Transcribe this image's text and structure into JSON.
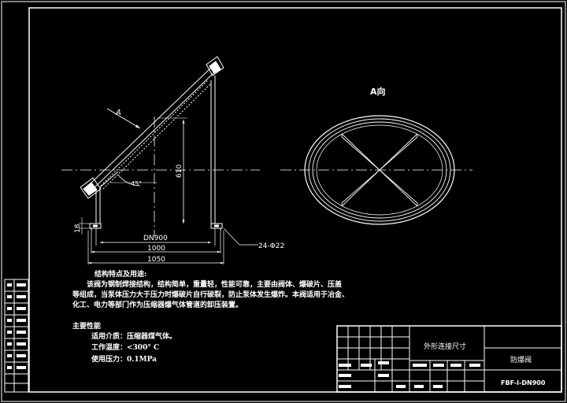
{
  "drawing": {
    "view_label": "A向",
    "arrow_label": "A",
    "angle_label": "45°",
    "dim_height": "610",
    "dim_flange_thk": "18",
    "dim_dn": "DN900",
    "dim_inner": "1000",
    "dim_outer": "1050",
    "bolt_label": "24-Φ22"
  },
  "notes": {
    "title": "结构特点及用途:",
    "lines": [
      "该阀为钢制焊接结构，结构简单，重量轻，性能可靠，主要由阀体、爆破片、压盖",
      "等组成，当泵体压力大于压力时爆破片自行破裂，防止泵体发生爆炸。本阀适用于冶金、",
      "化工、电力等部门作为压缩器爆气体管道的卸压装置。"
    ],
    "perf_title": "主要性能",
    "perf_lines": [
      "适用介质：压缩器煤气体。",
      "工作温度：<300° C",
      "使用压力：0.1MPa"
    ]
  },
  "title_block": {
    "drawing_title": "外形连接尺寸",
    "product_name": "防爆阀",
    "drawing_number": "FBF-I-DN900"
  }
}
